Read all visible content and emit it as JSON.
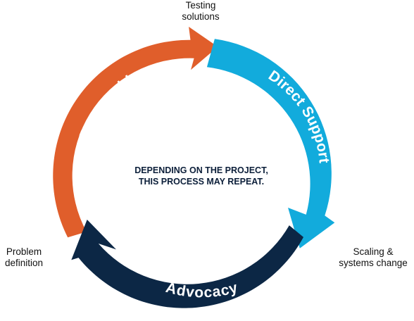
{
  "colors": {
    "partnership": "#e05e2b",
    "direct_support": "#12abdc",
    "advocacy": "#0c2745",
    "text_dark": "#111111",
    "note_text": "#0c1f3a"
  },
  "segments": {
    "partnership": "Partnership",
    "direct_support": "Direct Support",
    "advocacy": "Advocacy"
  },
  "stages": {
    "testing": [
      "Testing",
      "solutions"
    ],
    "problem": [
      "Problem",
      "definition"
    ],
    "scaling": [
      "Scaling &",
      "systems change"
    ]
  },
  "center_note": [
    "DEPENDING ON THE PROJECT,",
    "THIS PROCESS MAY REPEAT."
  ]
}
